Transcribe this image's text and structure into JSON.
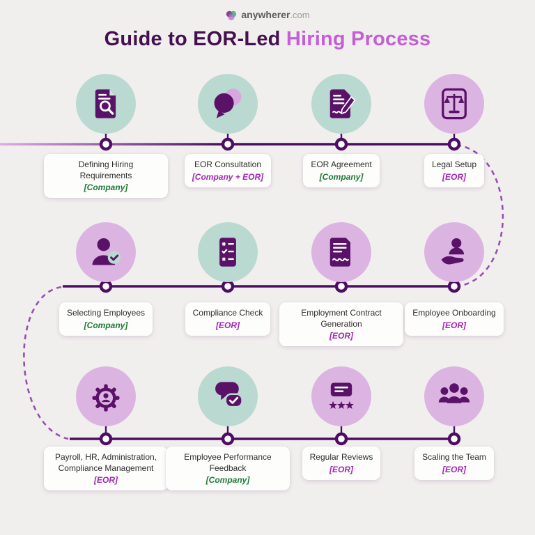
{
  "brand": {
    "name": "anywherer",
    "tld": ".com"
  },
  "title": {
    "part1": "Guide to EOR-Led ",
    "part2": "Hiring Process"
  },
  "colors": {
    "background": "#f1efee",
    "title_dark": "#44104f",
    "title_accent": "#c45fd6",
    "line_dark": "#4d0d63",
    "line_light": "#e2a9e8",
    "dashed_connector": "#9a4db3",
    "circle_teal": "#b9d9d1",
    "circle_lavender": "#dcb4e2",
    "icon_purple": "#5a1168",
    "company_green": "#1d7a35",
    "eor_purple": "#a126b5",
    "card_background": "#fdfdfc"
  },
  "steps": [
    {
      "title": "Defining Hiring Requirements",
      "tag": "[Company]",
      "tag_type": "company",
      "icon": "document-search-icon",
      "circle_color": "teal"
    },
    {
      "title": "EOR Consultation",
      "tag": "[Company + EOR]",
      "tag_type": "eor",
      "icon": "chat-bubbles-icon",
      "circle_color": "teal"
    },
    {
      "title": "EOR Agreement",
      "tag": "[Company]",
      "tag_type": "company",
      "icon": "document-signature-icon",
      "circle_color": "teal"
    },
    {
      "title": "Legal Setup",
      "tag": "[EOR]",
      "tag_type": "eor",
      "icon": "legal-scales-icon",
      "circle_color": "lavender"
    },
    {
      "title": "Selecting Employees",
      "tag": "[Company]",
      "tag_type": "company",
      "icon": "person-check-icon",
      "circle_color": "lavender"
    },
    {
      "title": "Compliance Check",
      "tag": "[EOR]",
      "tag_type": "eor",
      "icon": "checklist-icon",
      "circle_color": "teal"
    },
    {
      "title": "Employment Contract Generation",
      "tag": "[EOR]",
      "tag_type": "eor",
      "icon": "contract-icon",
      "circle_color": "lavender"
    },
    {
      "title": "Employee Onboarding",
      "tag": "[EOR]",
      "tag_type": "eor",
      "icon": "hand-person-icon",
      "circle_color": "lavender"
    },
    {
      "title": "Payroll, HR, Administration, Compliance Management",
      "tag": "[EOR]",
      "tag_type": "eor",
      "icon": "gear-person-icon",
      "circle_color": "lavender"
    },
    {
      "title": "Employee Performance Feedback",
      "tag": "[Company]",
      "tag_type": "company",
      "icon": "chat-check-icon",
      "circle_color": "teal"
    },
    {
      "title": "Regular Reviews",
      "tag": "[EOR]",
      "tag_type": "eor",
      "icon": "review-stars-icon",
      "circle_color": "lavender"
    },
    {
      "title": "Scaling the Team",
      "tag": "[EOR]",
      "tag_type": "eor",
      "icon": "team-icon",
      "circle_color": "lavender"
    }
  ]
}
